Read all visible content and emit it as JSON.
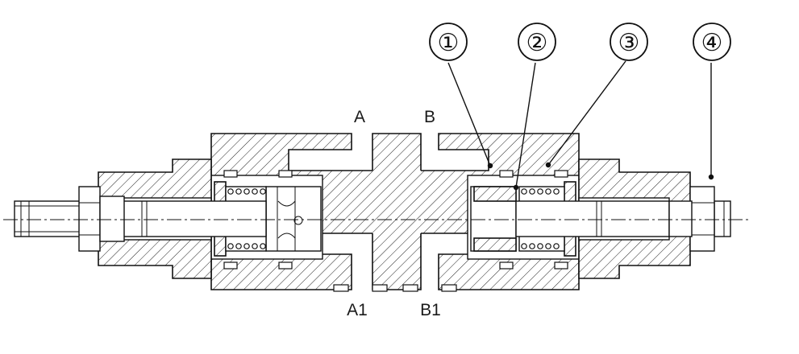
{
  "ports": {
    "a": "A",
    "b": "B",
    "a1": "A1",
    "b1": "B1"
  },
  "callouts": [
    "①",
    "②",
    "③",
    "④"
  ]
}
